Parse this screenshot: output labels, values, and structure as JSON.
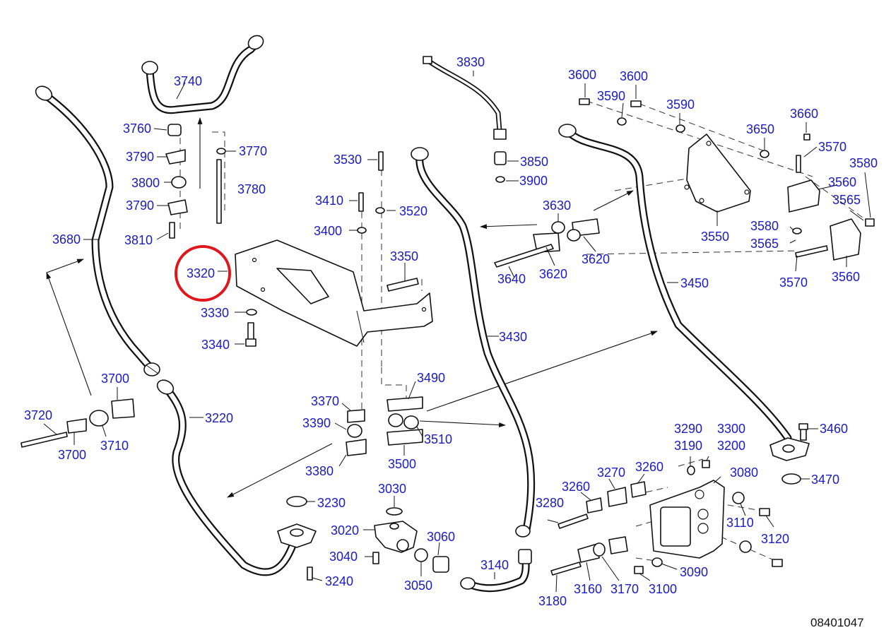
{
  "colors": {
    "callout": "#1a1ac8",
    "line": "#111111",
    "highlight": "#e0161b",
    "background": "#ffffff"
  },
  "highlighted_part": "3320",
  "document_number": "08401047",
  "callouts": [
    {
      "id": "c3740",
      "label": "3740"
    },
    {
      "id": "c3760",
      "label": "3760"
    },
    {
      "id": "c3770",
      "label": "3770"
    },
    {
      "id": "c3790a",
      "label": "3790"
    },
    {
      "id": "c3800",
      "label": "3800"
    },
    {
      "id": "c3780",
      "label": "3780"
    },
    {
      "id": "c3790b",
      "label": "3790"
    },
    {
      "id": "c3810",
      "label": "3810"
    },
    {
      "id": "c3680",
      "label": "3680"
    },
    {
      "id": "c3320",
      "label": "3320"
    },
    {
      "id": "c3330",
      "label": "3330"
    },
    {
      "id": "c3340",
      "label": "3340"
    },
    {
      "id": "c3530",
      "label": "3530"
    },
    {
      "id": "c3410",
      "label": "3410"
    },
    {
      "id": "c3520",
      "label": "3520"
    },
    {
      "id": "c3400",
      "label": "3400"
    },
    {
      "id": "c3350",
      "label": "3350"
    },
    {
      "id": "c3830",
      "label": "3830"
    },
    {
      "id": "c3850",
      "label": "3850"
    },
    {
      "id": "c3900",
      "label": "3900"
    },
    {
      "id": "c3630",
      "label": "3630"
    },
    {
      "id": "c3620a",
      "label": "3620"
    },
    {
      "id": "c3640",
      "label": "3640"
    },
    {
      "id": "c3620b",
      "label": "3620"
    },
    {
      "id": "c3600a",
      "label": "3600"
    },
    {
      "id": "c3600b",
      "label": "3600"
    },
    {
      "id": "c3590a",
      "label": "3590"
    },
    {
      "id": "c3590b",
      "label": "3590"
    },
    {
      "id": "c3660",
      "label": "3660"
    },
    {
      "id": "c3650",
      "label": "3650"
    },
    {
      "id": "c3570a",
      "label": "3570"
    },
    {
      "id": "c3580a",
      "label": "3580"
    },
    {
      "id": "c3560a",
      "label": "3560"
    },
    {
      "id": "c3565a",
      "label": "3565"
    },
    {
      "id": "c3550",
      "label": "3550"
    },
    {
      "id": "c3580b",
      "label": "3580"
    },
    {
      "id": "c3565b",
      "label": "3565"
    },
    {
      "id": "c3570b",
      "label": "3570"
    },
    {
      "id": "c3560b",
      "label": "3560"
    },
    {
      "id": "c3450",
      "label": "3450"
    },
    {
      "id": "c3430",
      "label": "3430"
    },
    {
      "id": "c3700a",
      "label": "3700"
    },
    {
      "id": "c3720",
      "label": "3720"
    },
    {
      "id": "c3710",
      "label": "3710"
    },
    {
      "id": "c3700b",
      "label": "3700"
    },
    {
      "id": "c3220",
      "label": "3220"
    },
    {
      "id": "c3370",
      "label": "3370"
    },
    {
      "id": "c3390",
      "label": "3390"
    },
    {
      "id": "c3380",
      "label": "3380"
    },
    {
      "id": "c3490",
      "label": "3490"
    },
    {
      "id": "c3510",
      "label": "3510"
    },
    {
      "id": "c3500",
      "label": "3500"
    },
    {
      "id": "c3460",
      "label": "3460"
    },
    {
      "id": "c3470",
      "label": "3470"
    },
    {
      "id": "c3290",
      "label": "3290"
    },
    {
      "id": "c3300",
      "label": "3300"
    },
    {
      "id": "c3190",
      "label": "3190"
    },
    {
      "id": "c3200",
      "label": "3200"
    },
    {
      "id": "c3080",
      "label": "3080"
    },
    {
      "id": "c3270",
      "label": "3270"
    },
    {
      "id": "c3260a",
      "label": "3260"
    },
    {
      "id": "c3260b",
      "label": "3260"
    },
    {
      "id": "c3280",
      "label": "3280"
    },
    {
      "id": "c3110",
      "label": "3110"
    },
    {
      "id": "c3120",
      "label": "3120"
    },
    {
      "id": "c3090",
      "label": "3090"
    },
    {
      "id": "c3100",
      "label": "3100"
    },
    {
      "id": "c3170",
      "label": "3170"
    },
    {
      "id": "c3160",
      "label": "3160"
    },
    {
      "id": "c3180",
      "label": "3180"
    },
    {
      "id": "c3030",
      "label": "3030"
    },
    {
      "id": "c3230",
      "label": "3230"
    },
    {
      "id": "c3020",
      "label": "3020"
    },
    {
      "id": "c3060",
      "label": "3060"
    },
    {
      "id": "c3040",
      "label": "3040"
    },
    {
      "id": "c3050",
      "label": "3050"
    },
    {
      "id": "c3140",
      "label": "3140"
    },
    {
      "id": "c3240",
      "label": "3240"
    }
  ]
}
